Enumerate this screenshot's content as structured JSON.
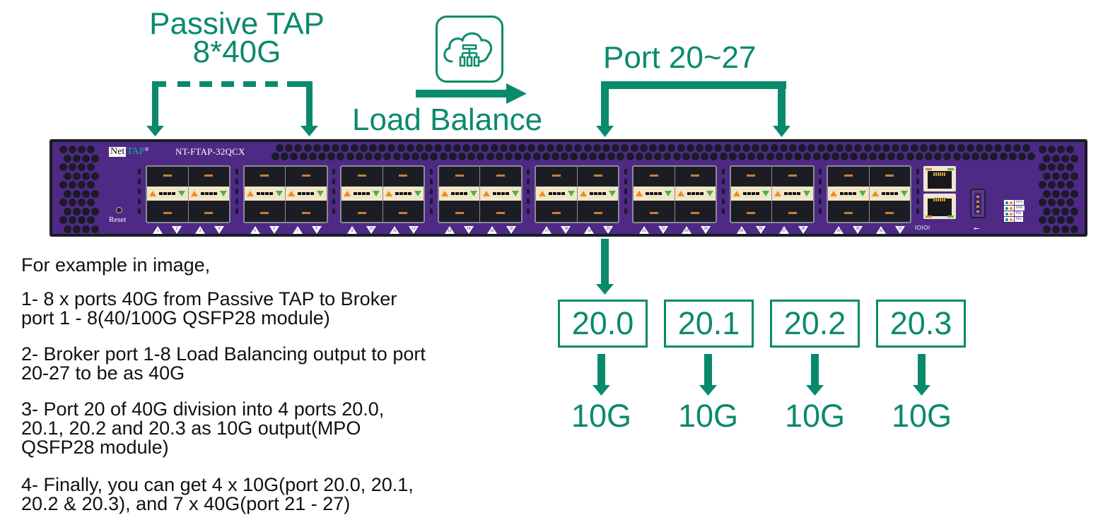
{
  "diagram": {
    "tap": {
      "title_line1": "Passive TAP",
      "title_line2": "8*40G"
    },
    "load_balance_label": "Load Balance",
    "load_balance_icon": "cloud-network-icon",
    "port_range_label": "Port 20~27",
    "device": {
      "brand_net": "Net",
      "brand_tap": "TAP",
      "brand_reg": "®",
      "model": "NT-FTAP-32QCX",
      "reset_label": "Reset",
      "port_groups": [
        {
          "ports": [
            "1",
            "2",
            "3",
            "4"
          ]
        },
        {
          "ports": [
            "5",
            "6",
            "7",
            "8"
          ]
        },
        {
          "ports": [
            "9",
            "10",
            "11",
            "12"
          ]
        },
        {
          "ports": [
            "13",
            "14",
            "15",
            "16"
          ]
        },
        {
          "ports": [
            "17",
            "18",
            "19",
            "20"
          ]
        },
        {
          "ports": [
            "21",
            "22",
            "23",
            "24"
          ]
        },
        {
          "ports": [
            "25",
            "26",
            "27",
            "28"
          ]
        },
        {
          "ports": [
            "29",
            "30",
            "31",
            "32"
          ]
        }
      ],
      "console_label": "IOIOI",
      "usb_symbol": "⭠",
      "status_leds": [
        "SYS",
        "FAN",
        "PS1",
        "PS2"
      ]
    },
    "breakout": {
      "sub_ports": [
        "20.0",
        "20.1",
        "20.2",
        "20.3"
      ],
      "speeds": [
        "10G",
        "10G",
        "10G",
        "10G"
      ]
    },
    "colors": {
      "accent_green": "#0a8a6c",
      "chassis_purple": "#4e2a86",
      "led_orange": "#f08c1a",
      "led_green": "#4db04a"
    }
  },
  "instructions": {
    "intro": "For example in image,",
    "steps": [
      {
        "lines": [
          "1- 8 x ports 40G from Passive TAP to Broker",
          "port 1 - 8(40/100G QSFP28 module)"
        ]
      },
      {
        "lines": [
          "2- Broker port 1-8 Load Balancing output to port",
          "20-27 to be as 40G"
        ]
      },
      {
        "lines": [
          "3- Port 20 of 40G division into 4 ports 20.0,",
          "20.1, 20.2 and 20.3 as 10G output(MPO",
          "QSFP28 module)"
        ]
      },
      {
        "lines": [
          "4- Finally, you can get 4 x 10G(port 20.0, 20.1,",
          "20.2 & 20.3), and 7 x 40G(port 21 - 27)"
        ]
      }
    ]
  }
}
